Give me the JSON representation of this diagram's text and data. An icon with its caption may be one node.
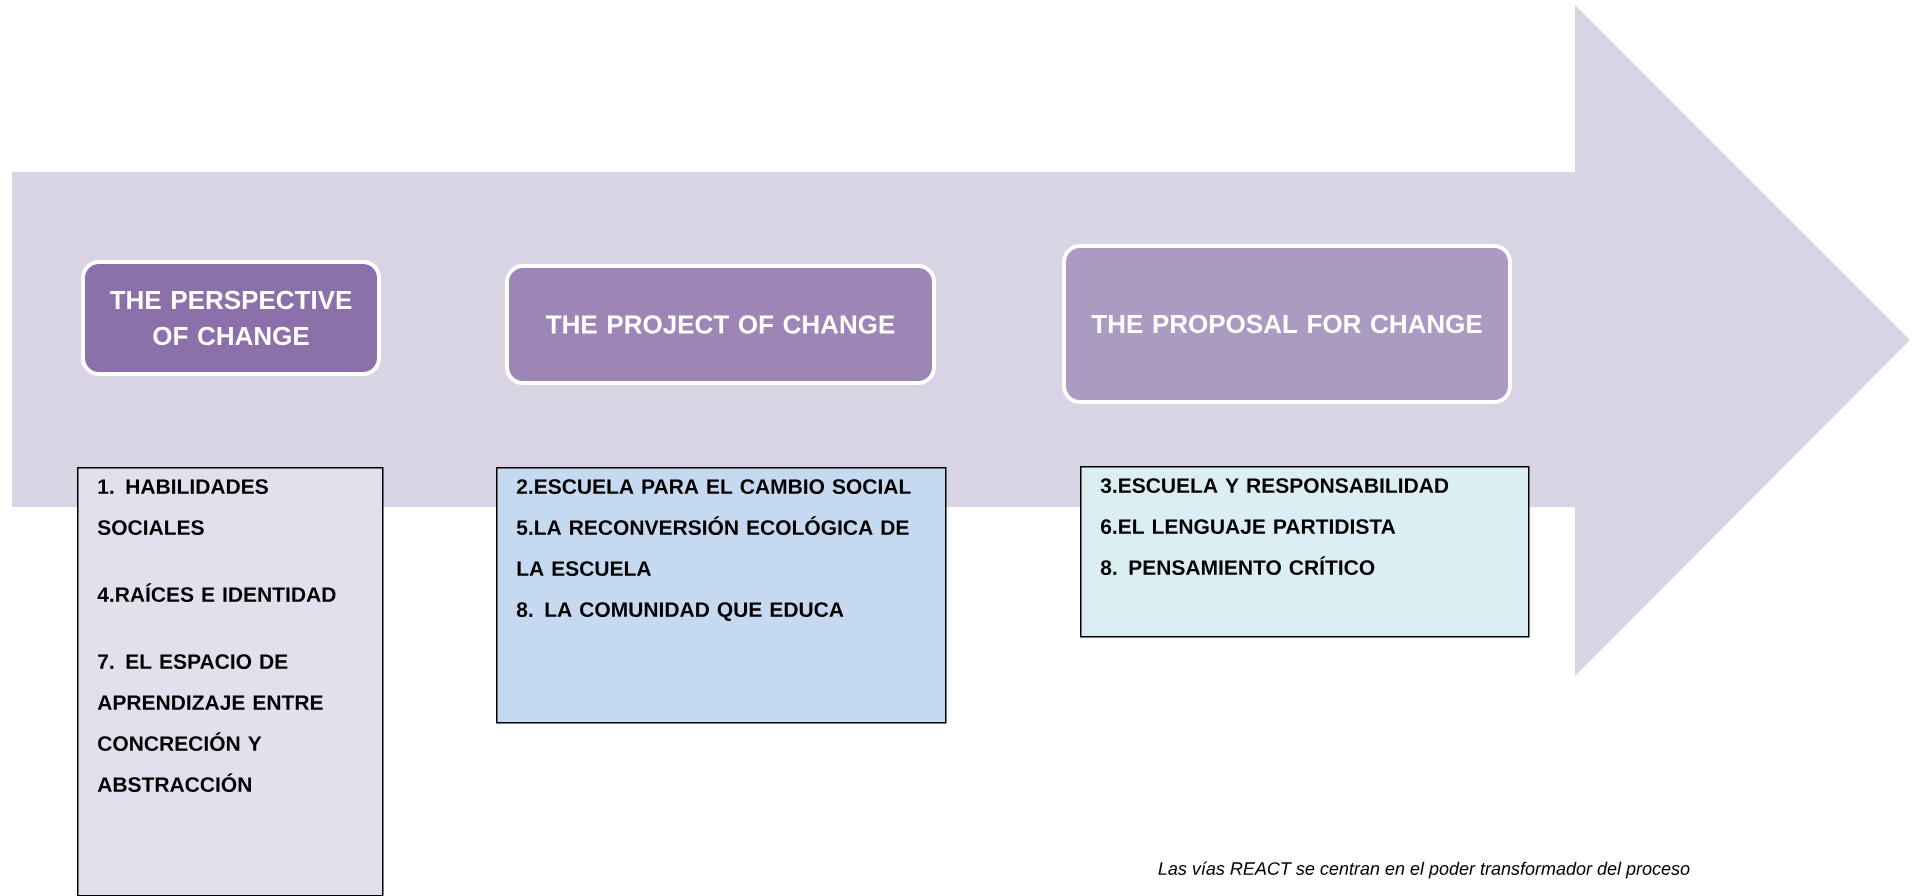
{
  "diagram": {
    "caption": "Las vías REACT se centran en el poder transformador del proceso",
    "nodes": [
      {
        "text": [
          "THE PERSPECTIVE OF CHANGE"
        ]
      },
      {
        "text": [
          "THE PROJECT OF CHANGE"
        ]
      },
      {
        "text": [
          "THE PROPOSAL FOR CHANGE"
        ]
      },
      {
        "text": [
          "1. HABILIDADES SOCIALES",
          "4.RAÍCES E IDENTIDAD",
          "7. EL ESPACIO DE APRENDIZAJE ENTRE CONCRECIÓN Y ABSTRACCIÓN"
        ]
      },
      {
        "text": [
          "2.ESCUELA PARA EL CAMBIO SOCIAL",
          "5.LA RECONVERSIÓN ECOLÓGICA DE LA ESCUELA",
          "8. LA COMUNIDAD QUE EDUCA"
        ]
      },
      {
        "text": [
          "3.ESCUELA Y RESPONSABILIDAD",
          "6.EL LENGUAJE PARTIDISTA",
          "8. PENSAMIENTO CRÍTICO"
        ]
      }
    ]
  }
}
